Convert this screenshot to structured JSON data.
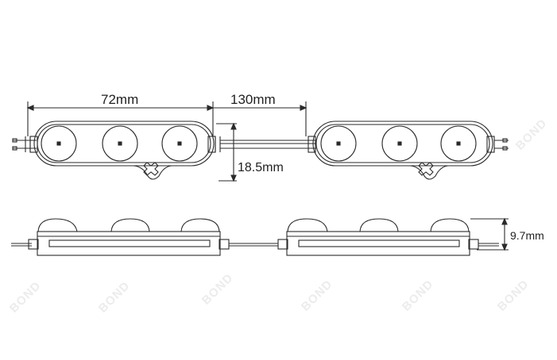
{
  "dimensions": {
    "module_length": "72mm",
    "module_spacing": "130mm",
    "module_width": "18.5mm",
    "module_height": "9.7mm"
  },
  "watermark": {
    "text": "BOND"
  },
  "colors": {
    "stroke": "#2a2a2a",
    "watermark": "#ececec"
  }
}
